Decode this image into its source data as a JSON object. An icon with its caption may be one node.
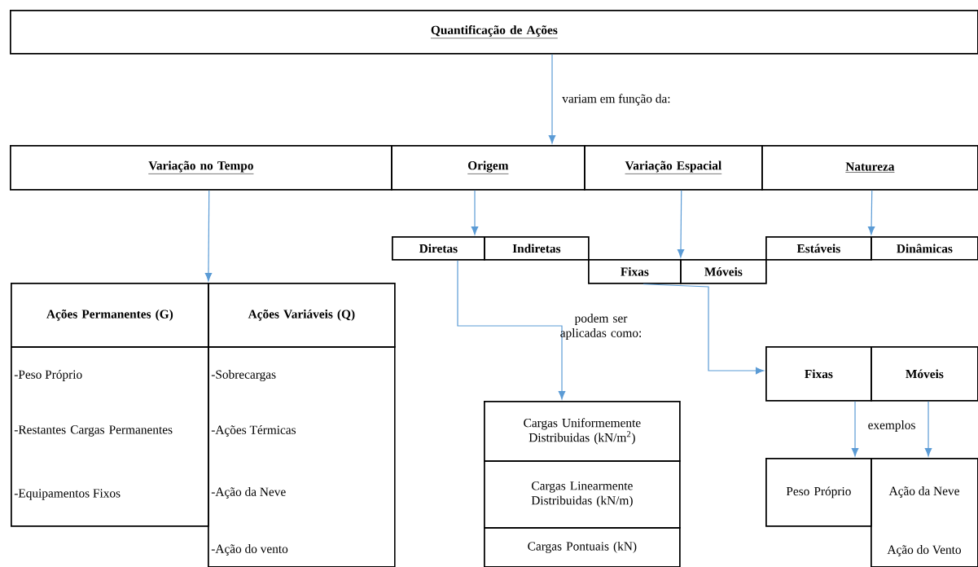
{
  "diagram": {
    "nodes": [
      {
        "text": [
          "Quantificação de Ações"
        ]
      },
      {
        "text": [
          "Variação no Tempo"
        ]
      },
      {
        "text": [
          "Origem"
        ]
      },
      {
        "text": [
          "Variação Espacial"
        ]
      },
      {
        "text": [
          "Natureza"
        ]
      },
      {
        "text": [
          "Diretas"
        ]
      },
      {
        "text": [
          "Indiretas"
        ]
      },
      {
        "text": [
          "Fixas"
        ]
      },
      {
        "text": [
          "Móveis"
        ]
      },
      {
        "text": [
          "Estáveis"
        ]
      },
      {
        "text": [
          "Dinâmicas"
        ]
      },
      {
        "text": [
          "Ações Permanentes (G)"
        ]
      },
      {
        "text": [
          "Ações Variáveis (Q)"
        ]
      },
      {
        "text": [
          "-Peso Próprio",
          "-Restantes Cargas Permanentes",
          "-Equipamentos Fixos"
        ]
      },
      {
        "text": [
          "-Sobrecargas",
          "-Ações Térmicas",
          "-Ação da Neve",
          "-Ação do vento"
        ]
      },
      {
        "text": [
          "Cargas Uniformemente Distribuidas (kN/m$^{2}$)"
        ]
      },
      {
        "text": [
          "Cargas Linearmente Distribuidas (kN/m)"
        ]
      },
      {
        "text": [
          "Cargas Pontuais (kN)"
        ]
      },
      {
        "text": [
          "Fixas"
        ]
      },
      {
        "text": [
          "Móveis"
        ]
      },
      {
        "text": [
          "Peso Próprio"
        ]
      },
      {
        "text": [
          "Ação da Neve",
          "Ação do Vento"
        ]
      }
    ],
    "edges": [
      {
        "from": 0,
        "to": 2,
        "arrow": "to",
        "label": "variam em função da:"
      },
      {
        "from": 1,
        "to": 11,
        "arrow": "to"
      },
      {
        "from": 1,
        "to": 12,
        "arrow": "to"
      },
      {
        "from": 2,
        "to": 5,
        "arrow": "to"
      },
      {
        "from": 3,
        "to": 7,
        "arrow": "to"
      },
      {
        "from": 3,
        "to": 8,
        "arrow": "to"
      },
      {
        "from": 4,
        "to": 9,
        "arrow": "to"
      },
      {
        "from": 4,
        "to": 10,
        "arrow": "to"
      },
      {
        "from": 5,
        "to": 15,
        "arrow": "to"
      },
      {
        "from": 7,
        "to": 18,
        "arrow": "to"
      },
      {
        "from": 18,
        "to": 20,
        "arrow": "to"
      },
      {
        "from": 19,
        "to": 21,
        "arrow": "to"
      }
    ],
    "labels": [
      "podem ser aplicadas como:",
      "exemplos"
    ]
  }
}
